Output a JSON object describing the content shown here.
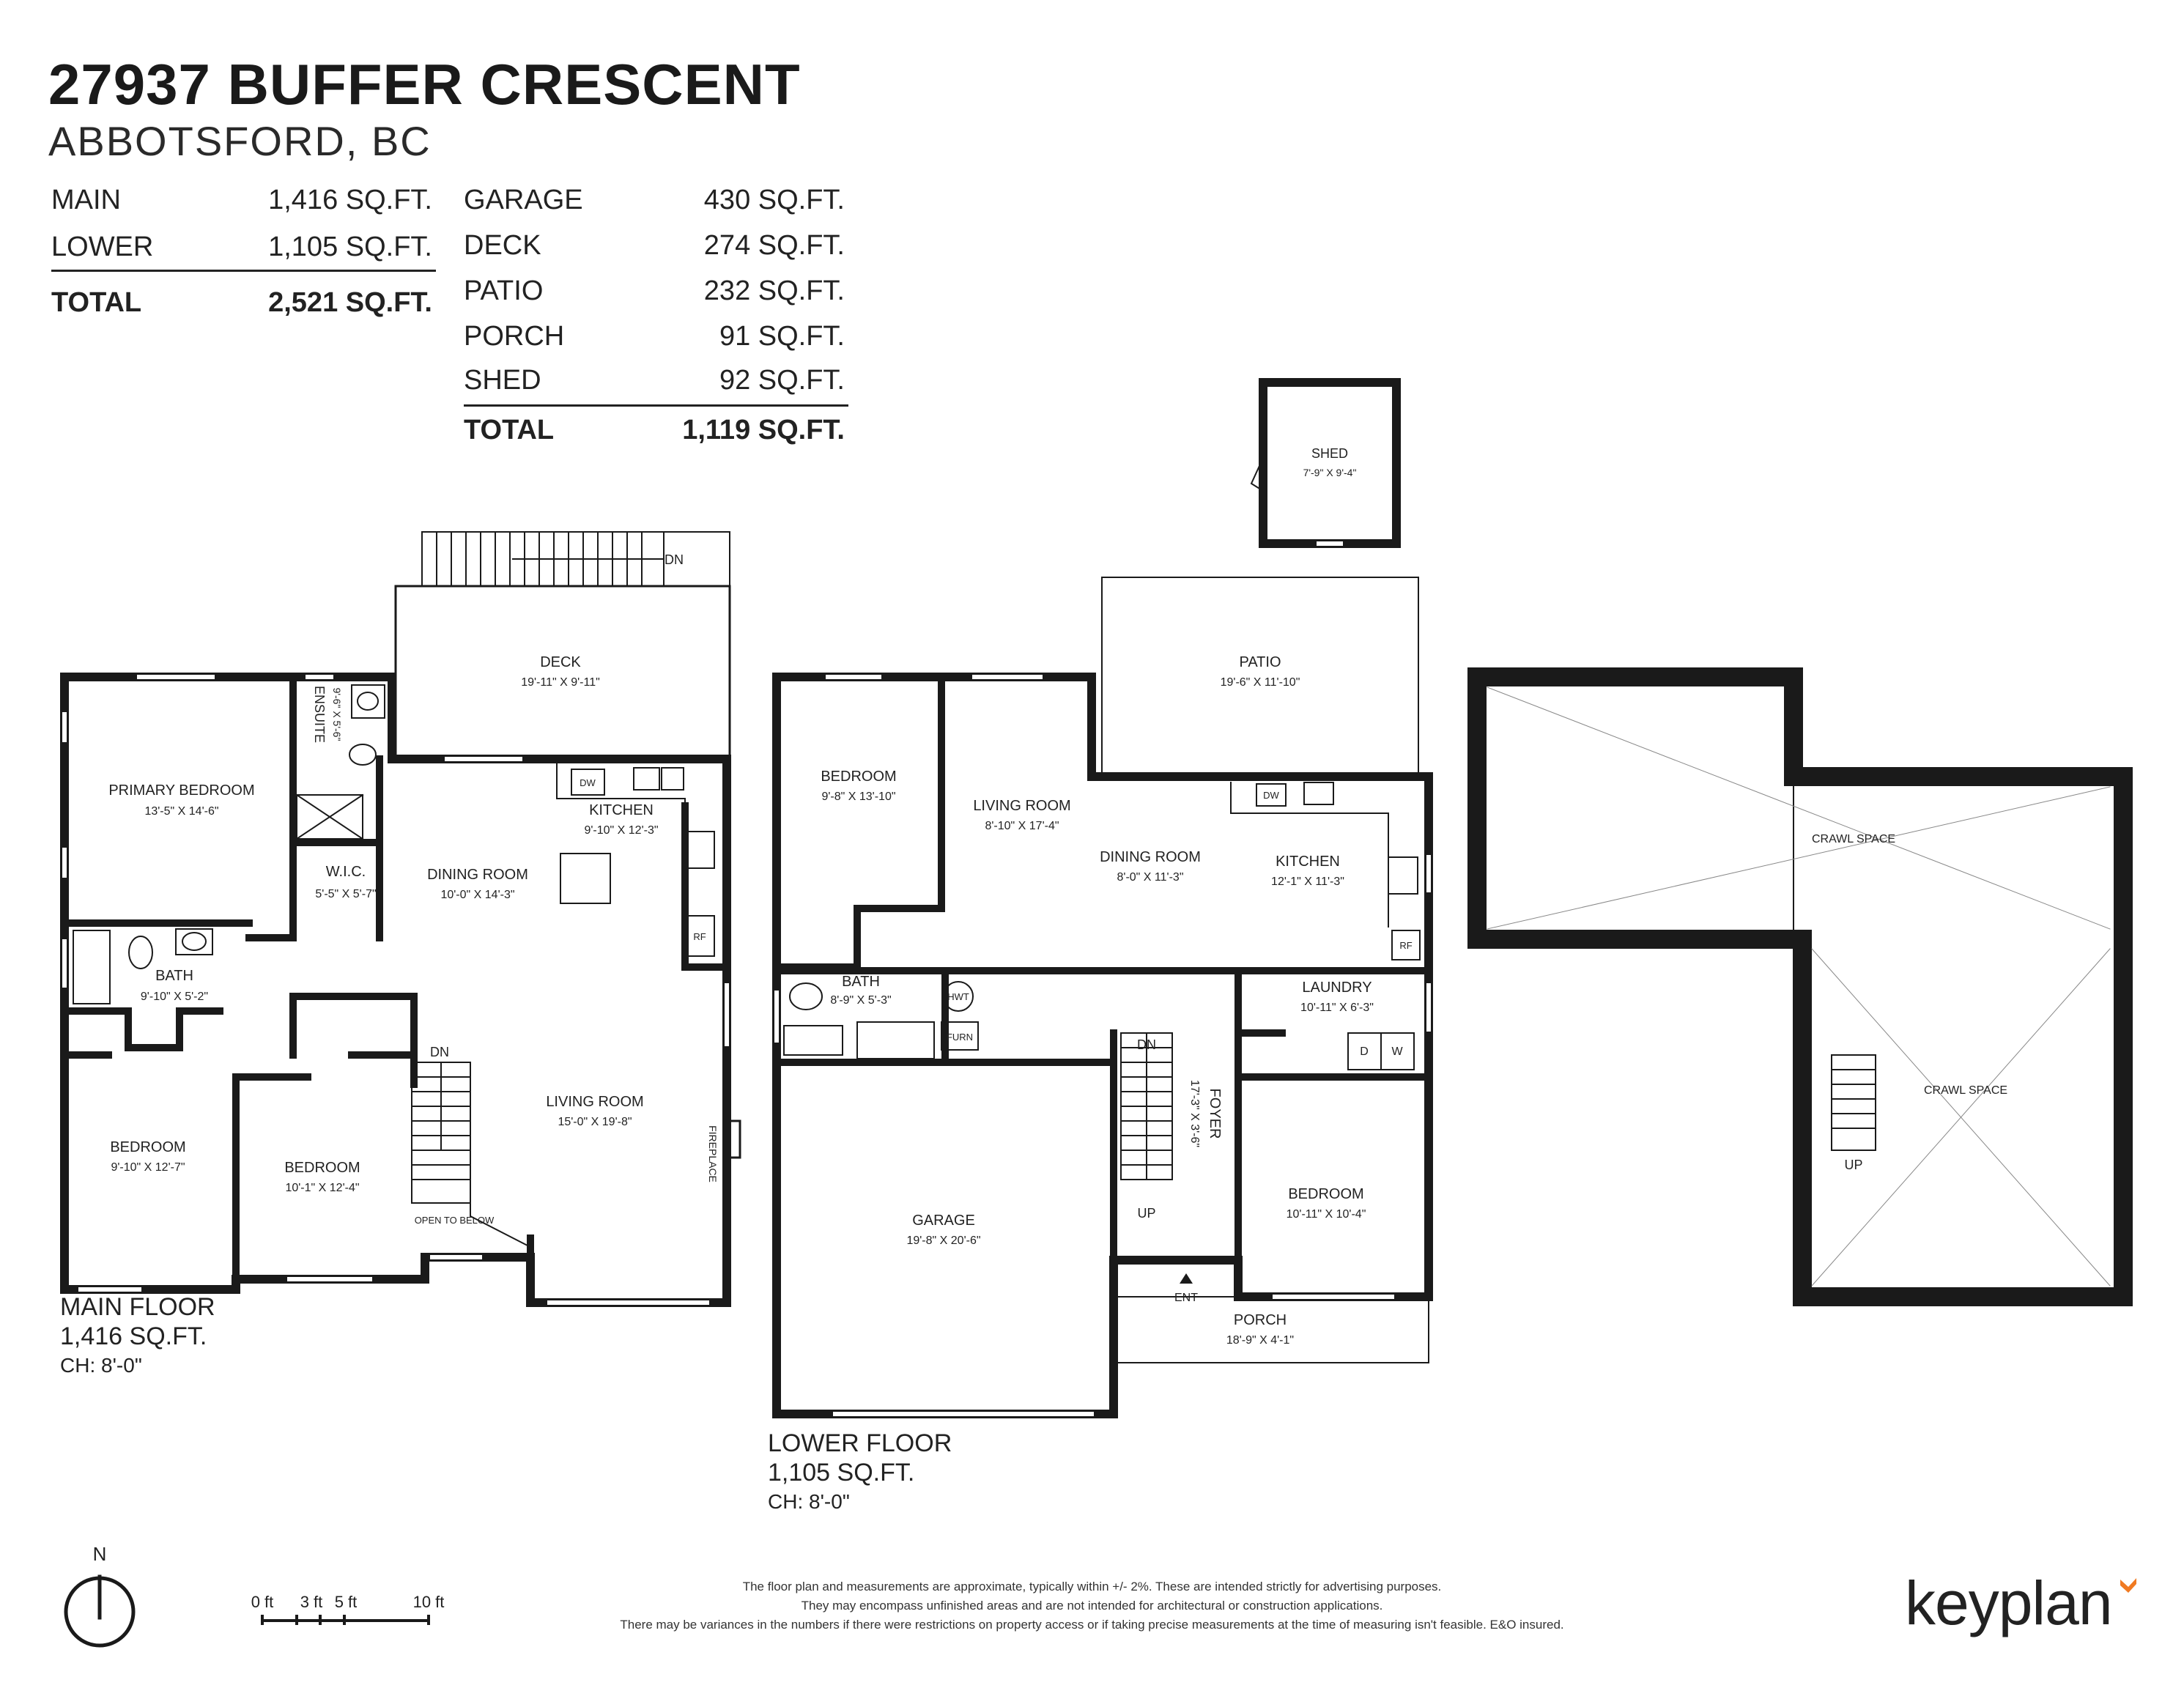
{
  "header": {
    "title": "27937 BUFFER CRESCENT",
    "subtitle": "ABBOTSFORD, BC"
  },
  "areas_left": [
    {
      "label": "MAIN",
      "value": "1,416 SQ.FT."
    },
    {
      "label": "LOWER",
      "value": "1,105 SQ.FT."
    }
  ],
  "areas_left_total": {
    "label": "TOTAL",
    "value": "2,521 SQ.FT."
  },
  "areas_right": [
    {
      "label": "GARAGE",
      "value": "430 SQ.FT."
    },
    {
      "label": "DECK",
      "value": "274 SQ.FT."
    },
    {
      "label": "PATIO",
      "value": "232 SQ.FT."
    },
    {
      "label": "PORCH",
      "value": "91 SQ.FT."
    },
    {
      "label": "SHED",
      "value": "92 SQ.FT."
    }
  ],
  "areas_right_total": {
    "label": "TOTAL",
    "value": "1,119 SQ.FT."
  },
  "main_floor": {
    "name": "MAIN FLOOR",
    "area": "1,416 SQ.FT.",
    "ceiling": "CH: 8'-0\"",
    "rooms": {
      "deck": {
        "name": "DECK",
        "dim": "19'-11\" X 9'-11\""
      },
      "primary": {
        "name": "PRIMARY BEDROOM",
        "dim": "13'-5\" X 14'-6\""
      },
      "ensuite": {
        "name": "ENSUITE",
        "dim": "9'-6\" X 5'-6\""
      },
      "wic": {
        "name": "W.I.C.",
        "dim": "5'-5\" X 5'-7\""
      },
      "kitchen": {
        "name": "KITCHEN",
        "dim": "9'-10\" X 12'-3\""
      },
      "dining": {
        "name": "DINING ROOM",
        "dim": "10'-0\" X 14'-3\""
      },
      "bath": {
        "name": "BATH",
        "dim": "9'-10\" X 5'-2\""
      },
      "bedroom1": {
        "name": "BEDROOM",
        "dim": "9'-10\" X 12'-7\""
      },
      "bedroom2": {
        "name": "BEDROOM",
        "dim": "10'-1\" X 12'-4\""
      },
      "living": {
        "name": "LIVING ROOM",
        "dim": "15'-0\" X 19'-8\""
      }
    },
    "labels": {
      "dn_deck": "DN",
      "dn_stair": "DN",
      "open_below": "OPEN TO BELOW",
      "fireplace": "FIREPLACE",
      "dw": "DW",
      "rf": "RF"
    }
  },
  "lower_floor": {
    "name": "LOWER FLOOR",
    "area": "1,105 SQ.FT.",
    "ceiling": "CH: 8'-0\"",
    "rooms": {
      "shed": {
        "name": "SHED",
        "dim": "7'-9\" X 9'-4\""
      },
      "patio": {
        "name": "PATIO",
        "dim": "19'-6\" X 11'-10\""
      },
      "bedroom1": {
        "name": "BEDROOM",
        "dim": "9'-8\" X 13'-10\""
      },
      "living": {
        "name": "LIVING ROOM",
        "dim": "8'-10\" X 17'-4\""
      },
      "dining": {
        "name": "DINING ROOM",
        "dim": "8'-0\" X 11'-3\""
      },
      "kitchen": {
        "name": "KITCHEN",
        "dim": "12'-1\" X 11'-3\""
      },
      "bath": {
        "name": "BATH",
        "dim": "8'-9\" X 5'-3\""
      },
      "laundry": {
        "name": "LAUNDRY",
        "dim": "10'-11\" X 6'-3\""
      },
      "foyer": {
        "name": "FOYER",
        "dim": "17'-3\" X 3'-6\""
      },
      "garage": {
        "name": "GARAGE",
        "dim": "19'-8\" X 20'-6\""
      },
      "bedroom2": {
        "name": "BEDROOM",
        "dim": "10'-11\" X 10'-4\""
      },
      "porch": {
        "name": "PORCH",
        "dim": "18'-9\" X 4'-1\""
      }
    },
    "labels": {
      "hwt": "HWT",
      "furn": "FURN",
      "dn": "DN",
      "up": "UP",
      "ent": "ENT",
      "dw": "DW",
      "rf": "RF",
      "d": "D",
      "w": "W"
    }
  },
  "crawl": {
    "space1": "CRAWL SPACE",
    "space2": "CRAWL SPACE",
    "up": "UP"
  },
  "compass": {
    "north": "N"
  },
  "scale": {
    "t0": "0 ft",
    "t3": "3 ft",
    "t5": "5 ft",
    "t10": "10 ft"
  },
  "disclaimer": [
    "The floor plan and measurements are approximate, typically within +/- 2%. These are intended strictly for advertising purposes.",
    "They may encompass unfinished areas and are not intended for architectural or construction applications.",
    "There may be variances in the numbers if there were restrictions on property access or if taking precise measurements at the time of measuring isn't feasible. E&O insured."
  ],
  "brand": "keyplan",
  "colors": {
    "wall": "#1a1a1a",
    "accent": "#f07a22"
  }
}
